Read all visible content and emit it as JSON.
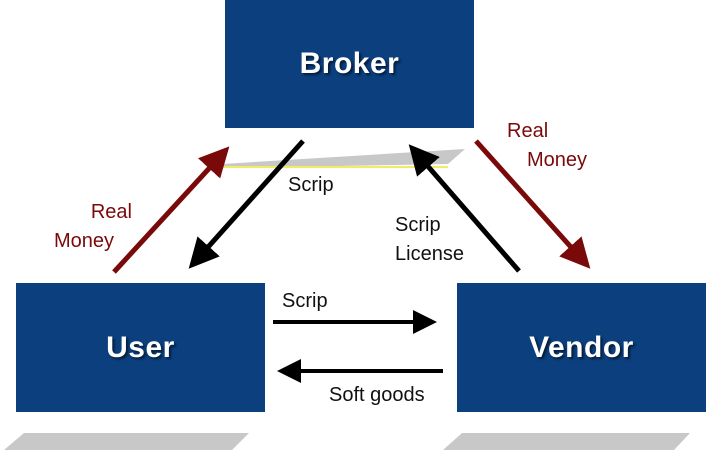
{
  "colors": {
    "node_fill": "#0b3f7e",
    "node_text": "#ffffff",
    "money_arrow": "#7a0a0a",
    "scrip_arrow": "#000000",
    "shadow_gray": "#c8c8c8",
    "shadow_yellow": "#f2ec64"
  },
  "nodes": {
    "broker": {
      "label": "Broker"
    },
    "user": {
      "label": "User"
    },
    "vendor": {
      "label": "Vendor"
    }
  },
  "edges": {
    "user_to_broker": {
      "line1": "Real",
      "line2": "Money"
    },
    "broker_to_user": {
      "label": "Scrip"
    },
    "vendor_to_broker": {
      "line1": "Scrip",
      "line2": "License"
    },
    "broker_to_vendor": {
      "line1": "Real",
      "line2": "Money"
    },
    "user_to_vendor": {
      "label": "Scrip"
    },
    "vendor_to_user": {
      "label": "Soft goods"
    }
  }
}
